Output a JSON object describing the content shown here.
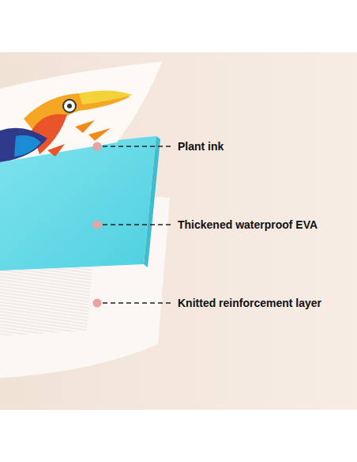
{
  "diagram": {
    "labels": [
      "Plant ink",
      "Thickened waterproof EVA",
      "Knitted reinforcement layer"
    ]
  }
}
